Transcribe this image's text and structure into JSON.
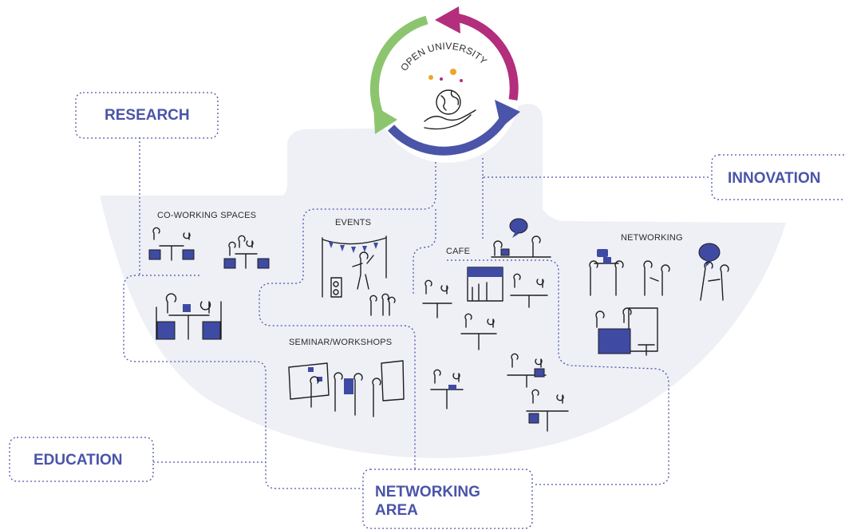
{
  "hub": {
    "title": "OPEN UNIVERSITY",
    "arc_colors": {
      "green": "#8cc56e",
      "magenta": "#b32e7c",
      "blue": "#4a54a8"
    }
  },
  "pillars": {
    "research": "RESEARCH",
    "innovation": "INNOVATION",
    "education": "EDUCATION",
    "networking_area": [
      "NETWORKING",
      "AREA"
    ]
  },
  "zones": {
    "coworking": "CO-WORKING SPACES",
    "events": "EVENTS",
    "cafe": "CAFE",
    "networking": "NETWORKING",
    "seminar": "SEMINAR/WORKSHOPS"
  },
  "colors": {
    "accent": "#4a54a8",
    "floor": "#eef0f6",
    "ink": "#1e1e1e"
  },
  "icons": [
    "globe-in-hand-icon",
    "speech-bubble-icon",
    "people-at-table-icon",
    "speaker-icon",
    "bunting-icon"
  ]
}
